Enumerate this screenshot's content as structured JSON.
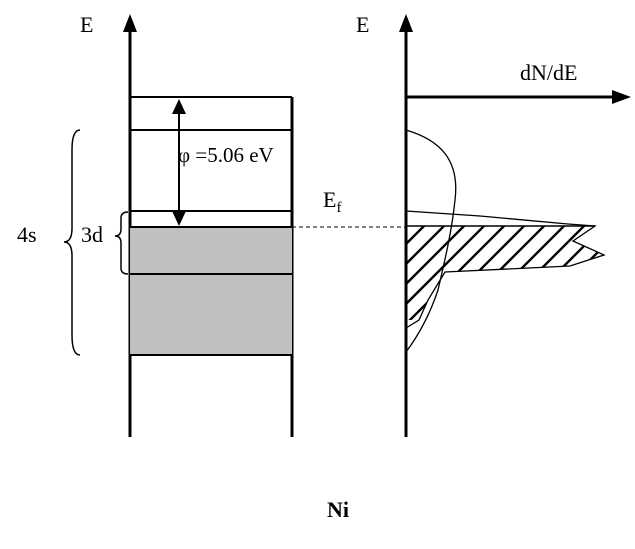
{
  "left_panel": {
    "axis_label": "E",
    "work_function_label": "φ =5.06 eV",
    "band_4s_label": "4s",
    "band_3d_label": "3d"
  },
  "right_panel": {
    "axis_label": "E",
    "dos_axis_label": "dN/dE",
    "fermi_label_main": "E",
    "fermi_label_sub": "f"
  },
  "caption": "Ni",
  "colors": {
    "line": "#000000",
    "filled_band": "#c0c0c0",
    "background": "#ffffff"
  }
}
